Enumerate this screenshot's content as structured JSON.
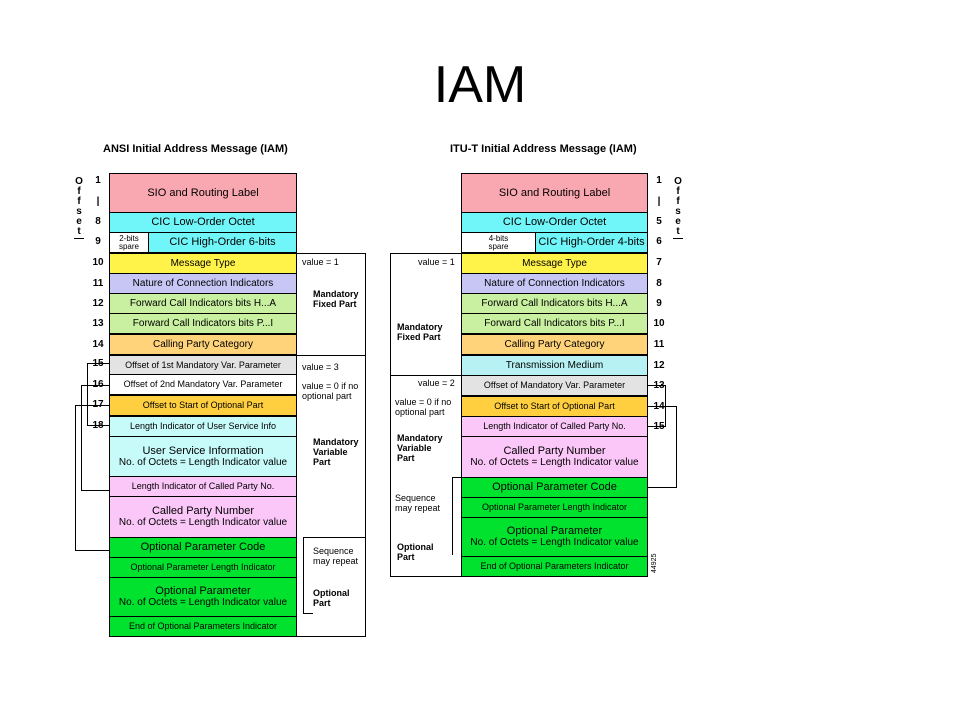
{
  "title": "IAM",
  "ansi": {
    "caption": "ANSI Initial Address Message (IAM)",
    "offset_label": [
      "O",
      "f",
      "f",
      "s",
      "e",
      "t"
    ],
    "nums": [
      "1",
      "|",
      "8",
      "9",
      "10",
      "11",
      "12",
      "13",
      "14",
      "15",
      "16",
      "17",
      "18"
    ],
    "sio": "SIO and Routing Label",
    "cic_low": "CIC Low-Order Octet",
    "spare": "2-bits spare",
    "cic_high": "CIC High-Order 6-bits",
    "message_type": "Message Type",
    "nature_conn": "Nature of Connection Indicators",
    "fci_ha": "Forward Call Indicators bits H...A",
    "fci_pi": "Forward Call Indicators bits P...I",
    "calling_cat": "Calling Party Category",
    "offset1": "Offset of 1st Mandatory Var. Parameter",
    "offset2": "Offset of 2nd Mandatory Var. Parameter",
    "offset_opt": "Offset to Start of Optional Part",
    "len_usi": "Length Indicator of User Service Info",
    "usi_line1": "User Service Information",
    "usi_line2": "No. of Octets = Length Indicator value",
    "len_called": "Length Indicator of Called Party No.",
    "called_line1": "Called Party Number",
    "called_line2": "No. of Octets = Length Indicator value",
    "opt_code": "Optional Parameter Code",
    "opt_len": "Optional Parameter Length Indicator",
    "opt_param_line1": "Optional Parameter",
    "opt_param_line2": "No. of Octets = Length Indicator value",
    "end_opt": "End of Optional Parameters Indicator",
    "val1": "value = 1",
    "mand_fixed": "Mandatory Fixed Part",
    "val3": "value = 3",
    "val0": "value = 0 if no optional part",
    "mand_var": "Mandatory Variable Part",
    "seq_repeat": "Sequence may repeat",
    "opt_part": "Optional Part"
  },
  "itu": {
    "caption": "ITU-T Initial Address Message (IAM)",
    "offset_label": [
      "O",
      "f",
      "f",
      "s",
      "e",
      "t"
    ],
    "nums": [
      "1",
      "|",
      "5",
      "6",
      "7",
      "8",
      "9",
      "10",
      "11",
      "12",
      "13",
      "14",
      "15"
    ],
    "sio": "SIO and Routing Label",
    "cic_low": "CIC Low-Order Octet",
    "spare": "4-bits spare",
    "cic_high": "CIC High-Order 4-bits",
    "message_type": "Message Type",
    "nature_conn": "Nature of Connection Indicators",
    "fci_ha": "Forward Call Indicators bits H...A",
    "fci_pi": "Forward Call Indicators bits P...I",
    "calling_cat": "Calling Party Category",
    "trans_medium": "Transmission Medium",
    "offset_mand": "Offset of Mandatory Var. Parameter",
    "offset_opt": "Offset to Start of Optional Part",
    "len_called": "Length Indicator of Called Party No.",
    "called_line1": "Called Party Number",
    "called_line2": "No. of Octets = Length Indicator value",
    "opt_code": "Optional Parameter Code",
    "opt_len": "Optional Parameter Length Indicator",
    "opt_param_line1": "Optional Parameter",
    "opt_param_line2": "No. of Octets = Length Indicator value",
    "end_opt": "End of Optional Parameters Indicator",
    "val1": "value = 1",
    "mand_fixed": "Mandatory Fixed Part",
    "val2": "value = 2",
    "val0": "value = 0 if no optional part",
    "mand_var": "Mandatory Variable Part",
    "seq_repeat": "Sequence may repeat",
    "opt_part": "Optional Part",
    "figure_code": "44925"
  }
}
